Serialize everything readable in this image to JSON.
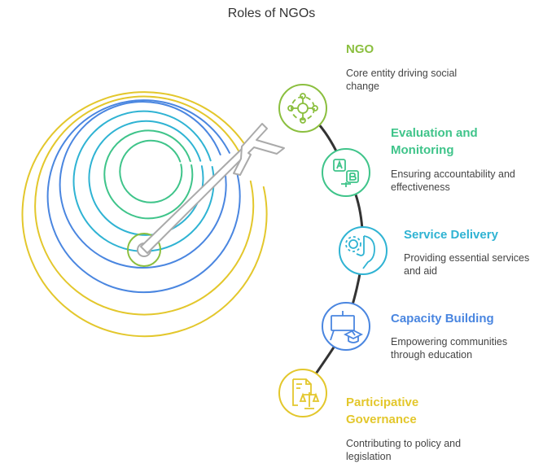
{
  "title": "Roles of NGOs",
  "colors": {
    "green": "#8bbf3f",
    "teal": "#3fc48a",
    "cyan": "#2fb3d3",
    "blue": "#4a86e0",
    "yellow": "#e3c72c",
    "arrow": "#aaaaaa",
    "connector": "#333333"
  },
  "items": [
    {
      "title": "NGO",
      "description": "Core entity driving social change",
      "icon": "network-hub-icon"
    },
    {
      "title": "Evaluation and Monitoring",
      "description": "Ensuring accountability and effectiveness",
      "icon": "ab-test-monitor-icon"
    },
    {
      "title": "Service Delivery",
      "description": "Providing essential services and aid",
      "icon": "hand-gear-icon"
    },
    {
      "title": "Capacity Building",
      "description": "Empowering communities through education",
      "icon": "graduation-presentation-icon"
    },
    {
      "title": "Participative Governance",
      "description": "Contributing to policy and legislation",
      "icon": "scales-document-icon"
    }
  ]
}
